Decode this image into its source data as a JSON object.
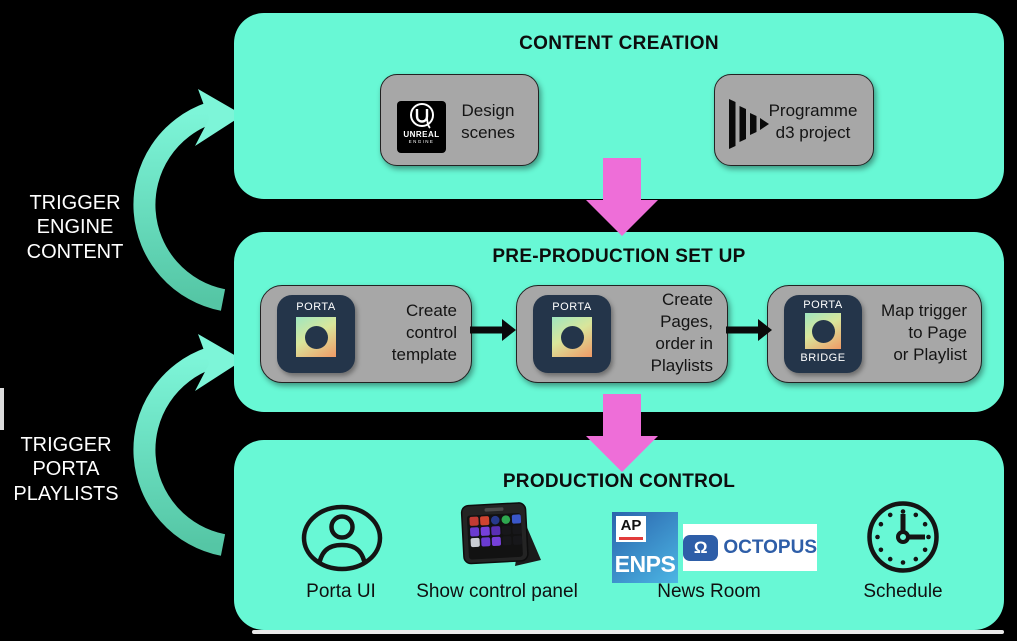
{
  "colors": {
    "background": "#000000",
    "panel_teal": "#68F8D5",
    "flow_arrow_pink": "#EE6ED8",
    "curved_arrow_teal_light": "#7DF5D8",
    "curved_arrow_teal_dark": "#55C6A5",
    "card_gray": "#A7A7A7",
    "porta_navy": "#24354A",
    "enps_blue_top": "#2A63AC",
    "enps_blue_bottom": "#4CB6E4",
    "ap_red": "#E23B3B",
    "octopus_blue": "#2E5EA8",
    "step_arrow_black": "#0A0A0A"
  },
  "annotations": {
    "trigger_engine_content": "TRIGGER\nENGINE\nCONTENT",
    "trigger_porta_playlists": "TRIGGER\nPORTA\nPLAYLISTS"
  },
  "content_creation": {
    "title": "CONTENT CREATION",
    "unreal_card": {
      "label": "Design\nscenes",
      "logo_word_1": "UNREAL",
      "logo_word_2": "ENGINE"
    },
    "d3_card": {
      "label": "Programme\nd3 project"
    }
  },
  "pre_production": {
    "title": "PRE-PRODUCTION SET UP",
    "card_1": {
      "logo_word": "PORTA",
      "label": "Create\ncontrol\ntemplate"
    },
    "card_2": {
      "logo_word": "PORTA",
      "label": "Create\nPages,\norder in\nPlaylists"
    },
    "card_3": {
      "logo_word": "PORTA",
      "logo_subword": "BRIDGE",
      "label": "Map trigger\nto Page\nor Playlist"
    }
  },
  "production_control": {
    "title": "PRODUCTION CONTROL",
    "porta_ui": {
      "label": "Porta UI"
    },
    "show_control": {
      "label": "Show control panel"
    },
    "news_room": {
      "label": "News Room",
      "enps_ap": "AP",
      "enps_word": "ENPS",
      "octopus_symbol": "Ω",
      "octopus_word": "OCTOPUS"
    },
    "schedule": {
      "label": "Schedule"
    }
  }
}
